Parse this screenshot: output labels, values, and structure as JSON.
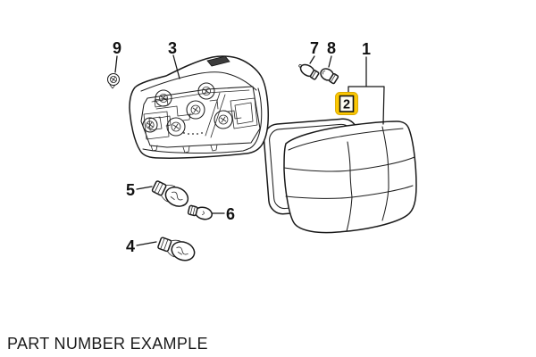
{
  "diagram": {
    "caption": "PART NUMBER EXAMPLE",
    "highlight_color": "#fcc803",
    "line_color": "#1a1a1a",
    "background_color": "#ffffff",
    "highlighted_callout": "2",
    "callouts": {
      "1": "1",
      "2": "2",
      "3": "3",
      "4": "4",
      "5": "5",
      "6": "6",
      "7": "7",
      "8": "8",
      "9": "9"
    }
  }
}
